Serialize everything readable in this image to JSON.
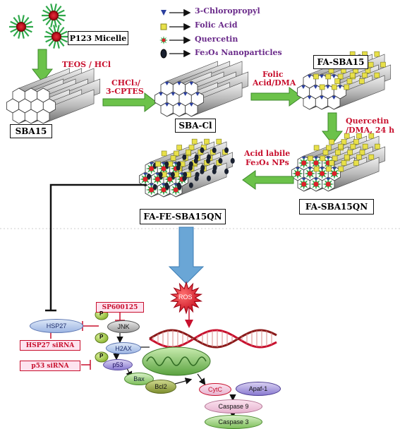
{
  "legend": [
    {
      "label": "3-Chloropropyl",
      "icon": "triangle-icon"
    },
    {
      "label": "Folic Acid",
      "icon": "square-icon"
    },
    {
      "label": "Quercetin",
      "icon": "star-icon"
    },
    {
      "label": "Fe₃O₄ Nanoparticles",
      "icon": "ellipse-icon"
    }
  ],
  "top": {
    "micelle_label": "P123 Micelle",
    "step1": "TEOS / HCl",
    "sba15": "SBA15",
    "step2_line1": "CHCl₃/",
    "step2_line2": "3-CPTES",
    "sbacl": "SBA-Cl",
    "step3_line1": "Folic",
    "step3_line2": "Acid/DMA",
    "fasba15": "FA-SBA15",
    "step4_line1": "Quercetin",
    "step4_line2": "/DMA, 24 h",
    "fasba15qn": "FA-SBA15QN",
    "step5_line1": "Acid labile",
    "step5_line2": "Fe₃O₄ NPs",
    "final": "FA-FE-SBA15QN"
  },
  "pathway": {
    "ros": "ROS",
    "sp600125": "SP600125",
    "hsp27": "HSP27",
    "hsp27_sirna": "HSP27 siRNA",
    "p53_sirna": "p53 siRNA",
    "jnk": "JNK",
    "h2ax": "H2AX",
    "p53": "p53",
    "p": "P",
    "bax": "Bax",
    "bcl2": "Bcl2",
    "cytc": "CytC",
    "apaf1": "Apaf-1",
    "caspase9": "Caspase 9",
    "caspase3": "Caspase 3"
  },
  "colors": {
    "arrow_green": "#6cc24a",
    "arrow_blue": "#6aa6d6",
    "label_red": "#c8102e",
    "legend_purple": "#6a2a8a",
    "folic_yellow": "#e8e04a",
    "chloro_blue": "#2b3f9e"
  }
}
